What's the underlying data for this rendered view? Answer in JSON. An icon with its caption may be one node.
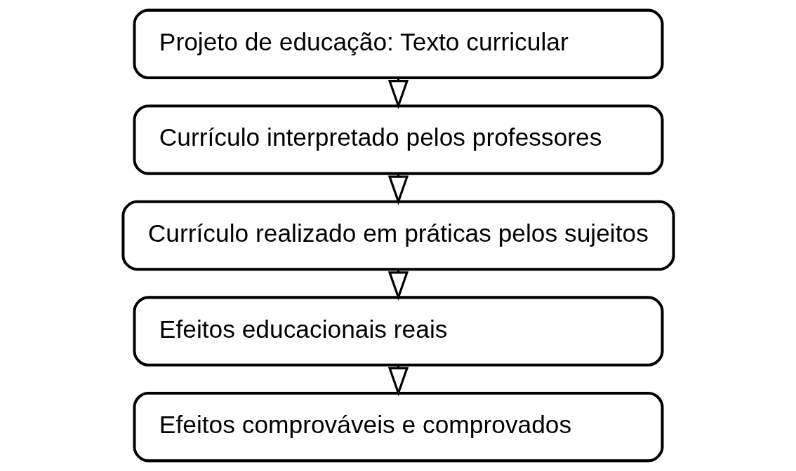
{
  "diagram": {
    "nodes": [
      {
        "text": [
          "Projeto de educação: Texto curricular"
        ]
      },
      {
        "text": [
          "Currículo interpretado pelos professores"
        ]
      },
      {
        "text": [
          "Currículo realizado em práticas pelos sujeitos"
        ]
      },
      {
        "text": [
          "Efeitos educacionais reais"
        ]
      },
      {
        "text": [
          "Efeitos comprováveis e comprovados"
        ]
      }
    ],
    "edges": [
      {
        "from": 0,
        "to": 1,
        "arrow": "to"
      },
      {
        "from": 1,
        "to": 2,
        "arrow": "to"
      },
      {
        "from": 2,
        "to": 3,
        "arrow": "to"
      },
      {
        "from": 3,
        "to": 4,
        "arrow": "to"
      }
    ]
  }
}
